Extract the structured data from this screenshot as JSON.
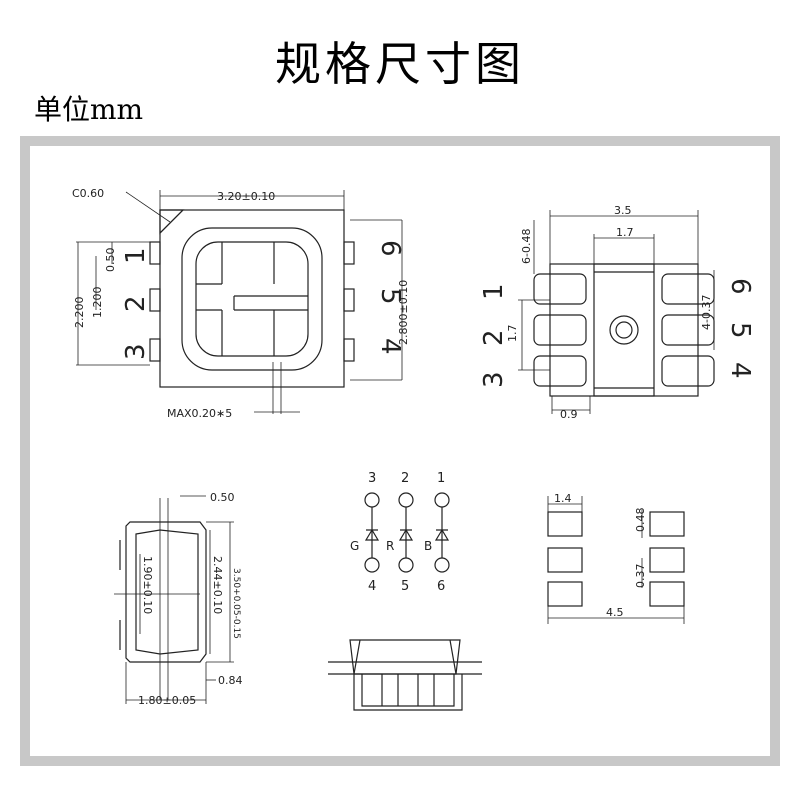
{
  "title": "规格尺寸图",
  "unit": "单位mm",
  "top_view": {
    "chamfer": "C0.60",
    "width": "3.20±0.10",
    "height": "2.800±0.10",
    "left_span": "2.200",
    "pitch": "1.200",
    "pad_w": "0.50",
    "gap": "MAX0.20∗5",
    "pins": [
      "1",
      "2",
      "3",
      "4",
      "5",
      "6"
    ]
  },
  "bottom_view": {
    "total": "3.5",
    "center": "1.7",
    "pad_len": "6-0.48",
    "pad_gap": "4-0.37",
    "pitch": "1.7",
    "pad_ext": "0.9",
    "pins": [
      "1",
      "2",
      "3",
      "4",
      "5",
      "6"
    ]
  },
  "side_view": {
    "top": "0.50",
    "inner": "1.90±0.10",
    "mid": "2.44±0.10",
    "overall": "3.50+0.05-0.15",
    "base": "1.80±0.05",
    "lead": "0.84"
  },
  "circuit": {
    "top_pins": [
      "3",
      "2",
      "1"
    ],
    "colors": [
      "G",
      "R",
      "B"
    ],
    "bottom_pins": [
      "4",
      "5",
      "6"
    ]
  },
  "pads": {
    "width": "1.4",
    "len": "0.48",
    "gap": "0.37",
    "total": "4.5"
  }
}
